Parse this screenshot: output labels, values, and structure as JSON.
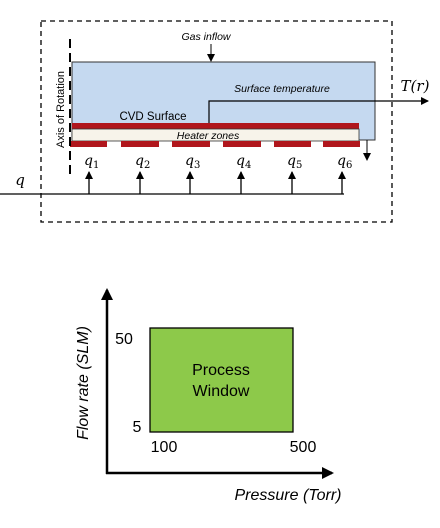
{
  "reactor": {
    "gas_inflow": "Gas inflow",
    "axis_of_rotation": "Axis of Rotation",
    "surface_temperature": "Surface temperature",
    "output_label": "T(r)",
    "cvd_surface": "CVD Surface",
    "heater_zones": "Heater zones",
    "input_label": "q",
    "zone_labels": [
      "q",
      "q",
      "q",
      "q",
      "q",
      "q"
    ],
    "zone_subscripts": [
      "1",
      "2",
      "3",
      "4",
      "5",
      "6"
    ],
    "colors": {
      "gas_region": "#c5d9f0",
      "surface_stripe": "#b0161c",
      "heater_band": "#f7f3ea",
      "heater_segment": "#b0161c"
    }
  },
  "process_window": {
    "label_line1": "Process",
    "label_line2": "Window",
    "y_axis_label": "Flow rate (SLM)",
    "x_axis_label": "Pressure (Torr)",
    "y_max": "50",
    "y_min": "5",
    "x_min": "100",
    "x_max": "500",
    "colors": {
      "window_fill": "#8dc94a"
    }
  }
}
